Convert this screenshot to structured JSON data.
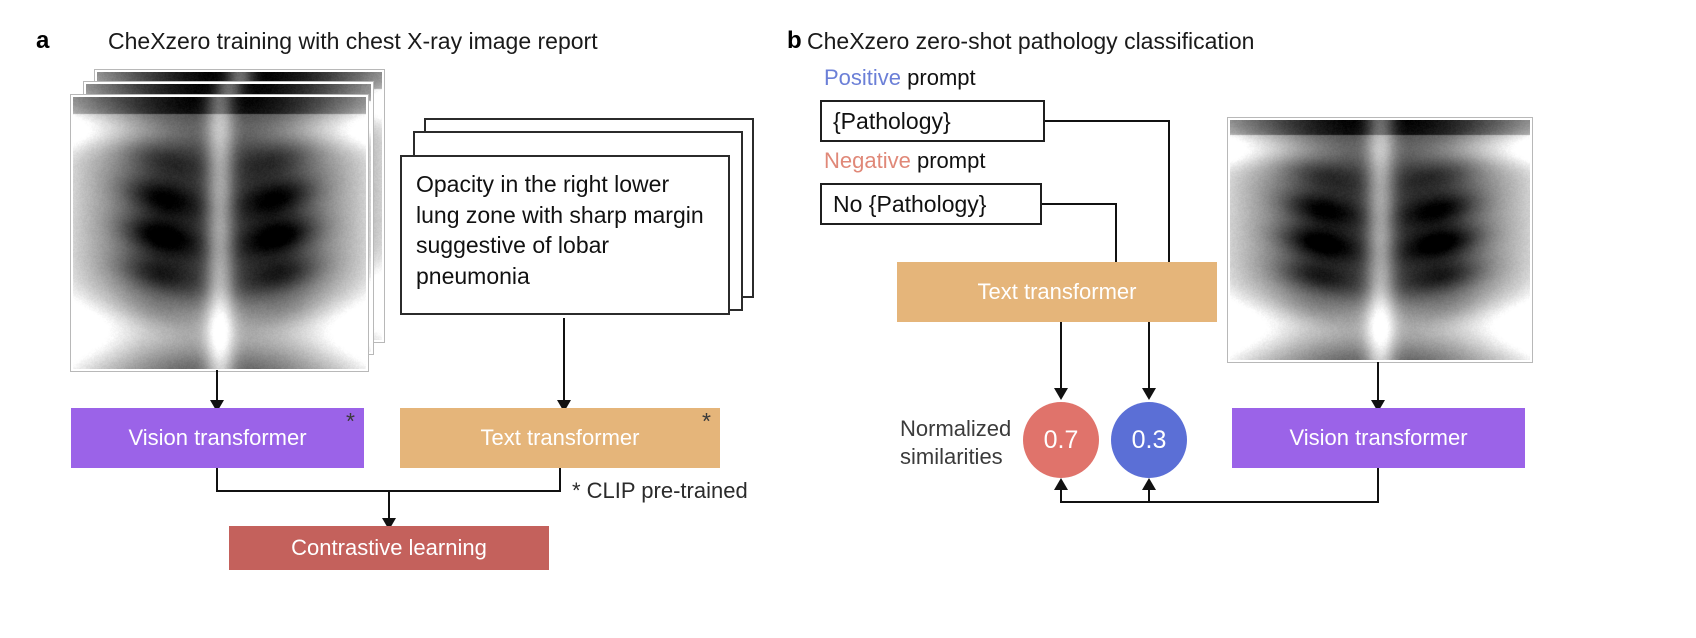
{
  "figure": {
    "panels": [
      {
        "letter": "a",
        "title": "CheXzero training with chest X-ray image report"
      },
      {
        "letter": "b",
        "title": "CheXzero zero-shot pathology classification"
      }
    ]
  },
  "panel_a": {
    "report_text": "Opacity in the right lower lung zone with sharp margin suggestive of lobar pneumonia",
    "vision_transformer": "Vision transformer",
    "text_transformer": "Text transformer",
    "contrastive_learning": "Contrastive learning",
    "asterisk": "*",
    "footnote": "* CLIP pre-trained",
    "xray_alt": "chest-xray-image",
    "colors": {
      "vision": "#9b63e8",
      "text": "#e5b57a",
      "contrastive": "#c4615c",
      "connector": "#111111"
    }
  },
  "panel_b": {
    "positive_label_keyword": "Positive",
    "positive_label_rest": " prompt",
    "negative_label_keyword": "Negative",
    "negative_label_rest": " prompt",
    "positive_prompt_value": "{Pathology}",
    "negative_prompt_value": "No {Pathology}",
    "text_transformer": "Text transformer",
    "vision_transformer": "Vision transformer",
    "similarities_label_line1": "Normalized",
    "similarities_label_line2": "similarities",
    "positive_similarity": "0.7",
    "negative_similarity": "0.3",
    "xray_alt": "chest-xray-image",
    "colors": {
      "positive_keyword": "#6b7fd7",
      "negative_keyword": "#e08878",
      "positive_circle": "#e0736b",
      "negative_circle": "#5b6fd6",
      "text": "#e5b57a",
      "vision": "#9b63e8"
    }
  }
}
